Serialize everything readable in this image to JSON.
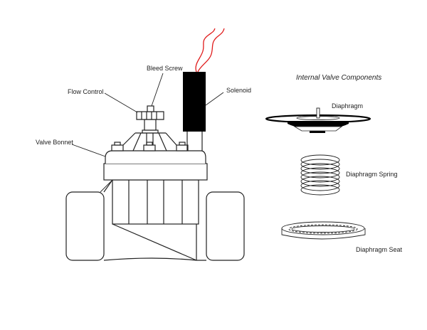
{
  "diagram": {
    "labels": {
      "bleed_screw": "Bleed Screw",
      "flow_control": "Flow Control",
      "solenoid": "Solenoid",
      "valve_bonnet": "Valve Bonnet"
    },
    "components_title": "Internal Valve Components",
    "components": {
      "diaphragm": "Diaphragm",
      "diaphragm_spring": "Diaphragm Spring",
      "diaphragm_seat": "Diaphragm Seat"
    },
    "colors": {
      "stroke": "#222222",
      "solenoid_fill": "#000000",
      "wire": "#e01b1b"
    }
  }
}
